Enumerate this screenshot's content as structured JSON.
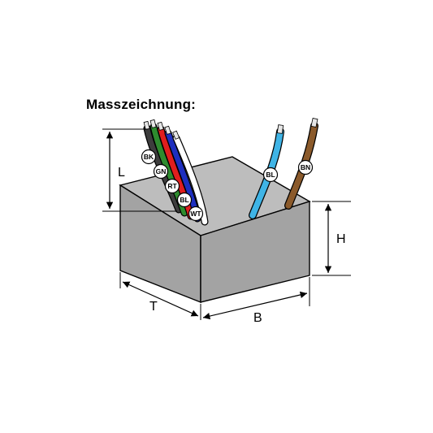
{
  "title": "Masszeichnung:",
  "dimensions": {
    "L": "L",
    "H": "H",
    "T": "T",
    "B": "B"
  },
  "wire_labels": {
    "bk": "BK",
    "gn": "GN",
    "rt": "RT",
    "bl_inner": "BL",
    "wt": "WT",
    "bl_outer": "BL",
    "bn": "BN"
  },
  "colors": {
    "box_top": "#bdbdbd",
    "box_side": "#a3a3a3",
    "outline": "#000000",
    "bk": "#3d3d3d",
    "gn": "#2e8b2e",
    "rt": "#e01e1e",
    "bl_inner": "#1e2fbf",
    "wt": "#ffffff",
    "bl_outer": "#3fb4e6",
    "bn": "#8b5a2b"
  }
}
